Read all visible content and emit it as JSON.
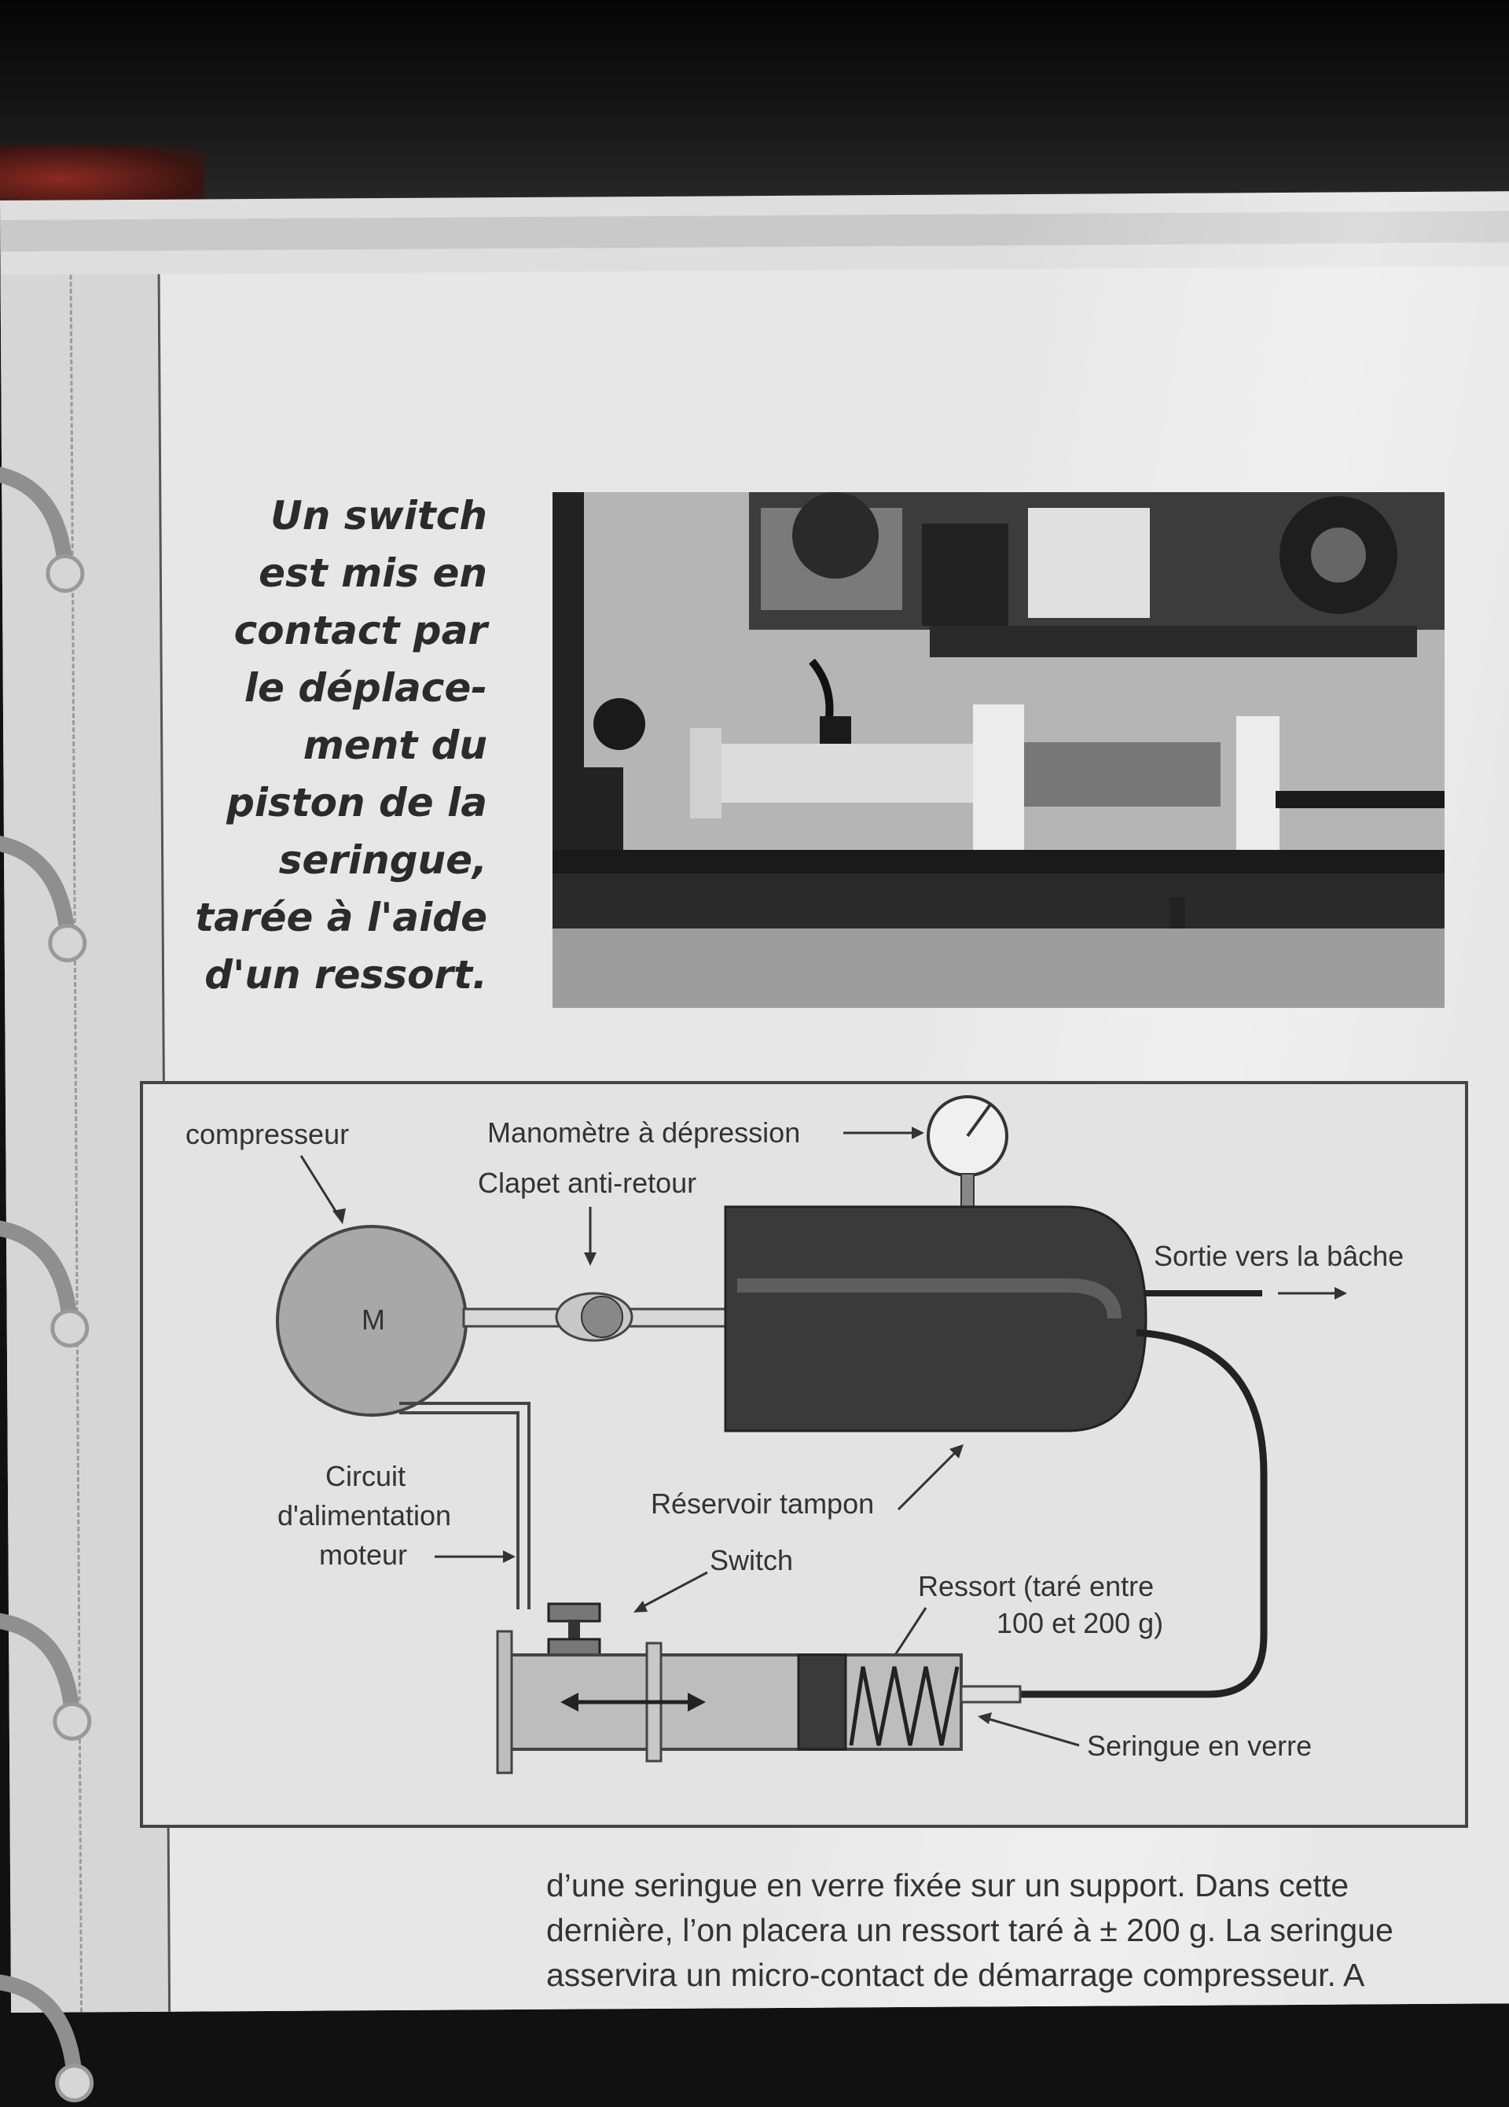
{
  "caption": {
    "lines": [
      "Un switch",
      "est mis en",
      "contact par",
      "le déplace-",
      "ment du",
      "piston de la",
      "seringue,",
      "tarée à l'aide",
      "d'un ressort."
    ]
  },
  "diagram": {
    "labels": {
      "compresseur": "compresseur",
      "motor": "M",
      "manometre": "Manomètre à dépression",
      "clapet": "Clapet anti-retour",
      "sortie": "Sortie vers la bâche",
      "circuit_1": "Circuit",
      "circuit_2": "d'alimentation",
      "circuit_3": "moteur",
      "reservoir": "Réservoir tampon",
      "switch": "Switch",
      "ressort_1": "Ressort (taré entre",
      "ressort_2": "100 et 200 g)",
      "seringue": "Seringue en verre"
    }
  },
  "body": {
    "lines": [
      "d’une seringue en verre fixée sur un support. Dans cette",
      "dernière, l’on placera un ressort taré à ± 200 g. La seringue",
      "asservira un micro-contact de démarrage compresseur. A"
    ]
  },
  "colors": {
    "paper": "#e7e7e7",
    "ink": "#333333",
    "tank": "#3a3a3a",
    "motor": "#a8a8a8"
  }
}
